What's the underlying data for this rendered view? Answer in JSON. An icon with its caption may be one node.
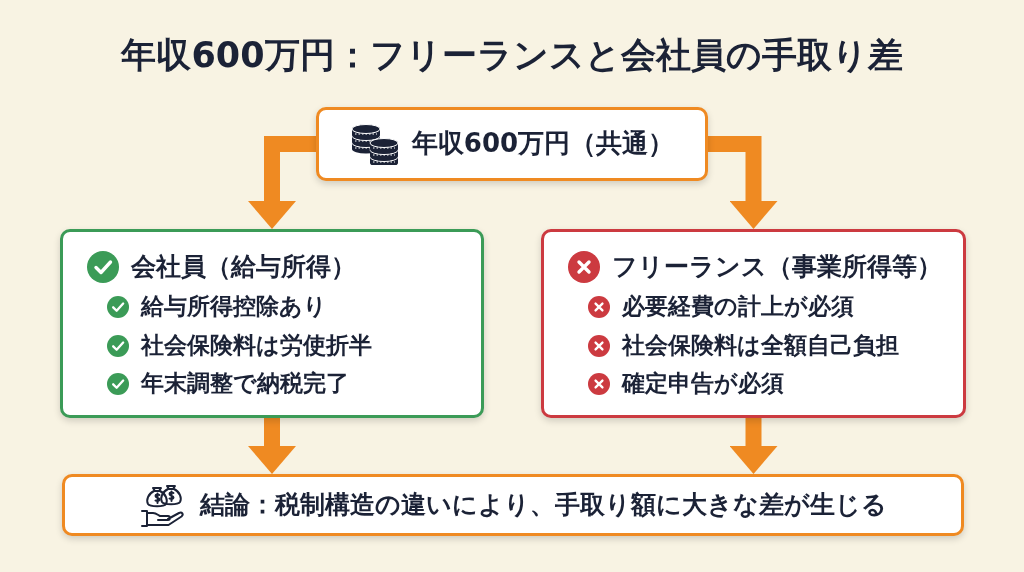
{
  "diagram": {
    "title": "年収600万円：フリーランスと会社員の手取り差",
    "nodes": [
      {
        "text": [
          "年収600万円（共通）"
        ]
      },
      {
        "text": [
          "会社員（給与所得）",
          "給与所得控除あり",
          "社会保険料は労使折半",
          "年末調整で納税完了"
        ]
      },
      {
        "text": [
          "フリーランス（事業所得等）",
          "必要経費の計上が必須",
          "社会保険料は全額自己負担",
          "確定申告が必須"
        ]
      },
      {
        "text": [
          "結論：税制構造の違いにより、手取り額に大きな差が生じる"
        ]
      }
    ],
    "edges": [
      {
        "from": 0,
        "to": 1,
        "arrow": "to"
      },
      {
        "from": 0,
        "to": 2,
        "arrow": "to"
      },
      {
        "from": 1,
        "to": 3,
        "arrow": "to"
      },
      {
        "from": 2,
        "to": 3,
        "arrow": "to"
      }
    ]
  }
}
